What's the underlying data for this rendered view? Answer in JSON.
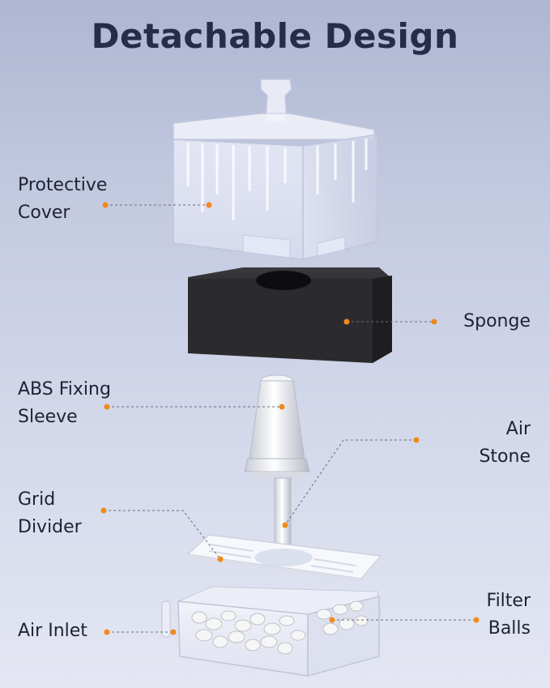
{
  "title": "Detachable Design",
  "accent_color": "#f08a1c",
  "labels": {
    "protective_cover": [
      "Protective",
      "Cover"
    ],
    "sponge": [
      "Sponge"
    ],
    "abs_sleeve": [
      "ABS Fixing",
      "Sleeve"
    ],
    "air_stone": [
      "Air",
      "Stone"
    ],
    "grid_divider": [
      "Grid",
      "Divider"
    ],
    "air_inlet": [
      "Air Inlet"
    ],
    "filter_balls": [
      "Filter",
      "Balls"
    ]
  }
}
